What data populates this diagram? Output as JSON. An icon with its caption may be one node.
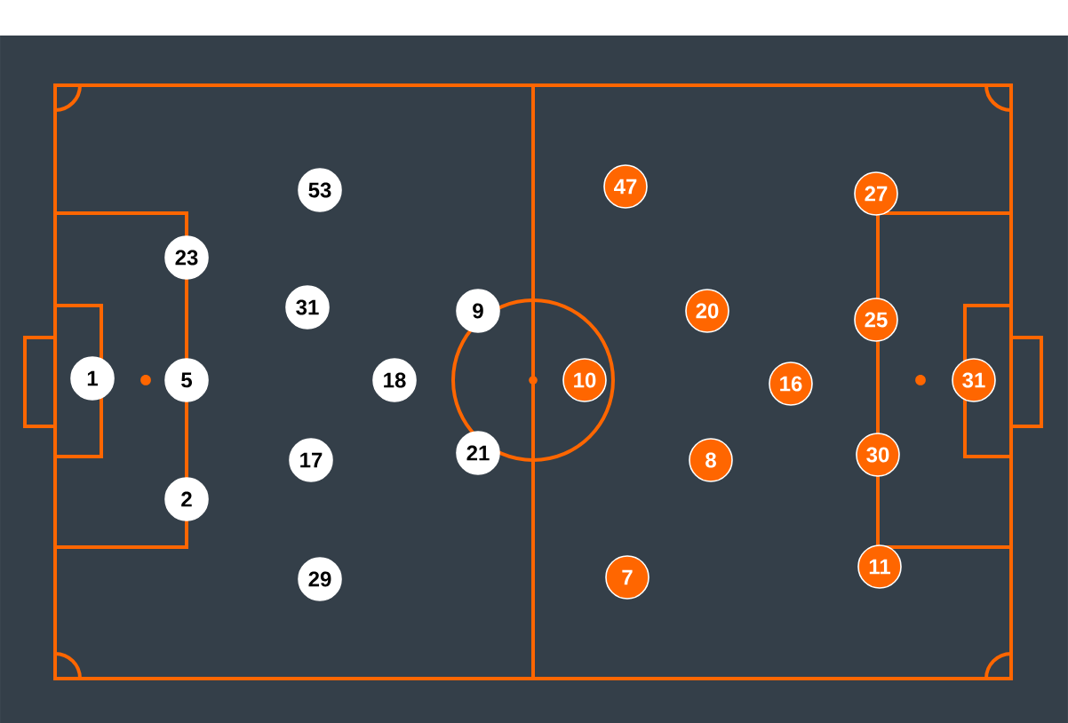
{
  "diagram": {
    "nodes": [
      {
        "text": [
          "1"
        ]
      },
      {
        "text": [
          "23"
        ]
      },
      {
        "text": [
          "5"
        ]
      },
      {
        "text": [
          "2"
        ]
      },
      {
        "text": [
          "53"
        ]
      },
      {
        "text": [
          "31"
        ]
      },
      {
        "text": [
          "17"
        ]
      },
      {
        "text": [
          "29"
        ]
      },
      {
        "text": [
          "18"
        ]
      },
      {
        "text": [
          "9"
        ]
      },
      {
        "text": [
          "21"
        ]
      },
      {
        "text": [
          "10"
        ]
      },
      {
        "text": [
          "47"
        ]
      },
      {
        "text": [
          "20"
        ]
      },
      {
        "text": [
          "8"
        ]
      },
      {
        "text": [
          "7"
        ]
      },
      {
        "text": [
          "16"
        ]
      },
      {
        "text": [
          "27"
        ]
      },
      {
        "text": [
          "25"
        ]
      },
      {
        "text": [
          "30"
        ]
      },
      {
        "text": [
          "11"
        ]
      },
      {
        "text": [
          "31"
        ]
      }
    ]
  }
}
